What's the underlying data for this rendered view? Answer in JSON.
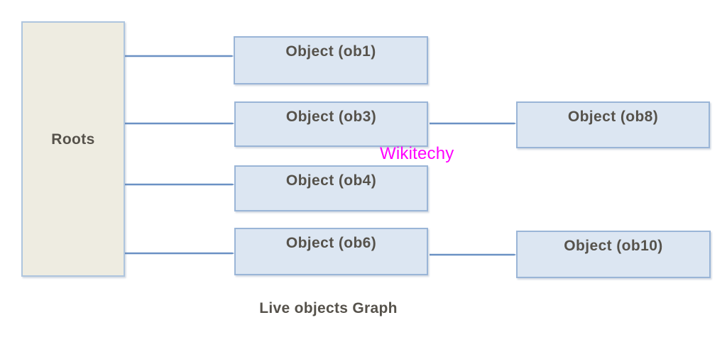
{
  "diagram": {
    "caption": "Live objects Graph",
    "watermark": "Wikitechy",
    "nodes": {
      "roots": {
        "label": "Roots"
      },
      "ob1": {
        "label": "Object (ob1)"
      },
      "ob3": {
        "label": "Object (ob3)"
      },
      "ob4": {
        "label": "Object (ob4)"
      },
      "ob6": {
        "label": "Object (ob6)"
      },
      "ob8": {
        "label": "Object (ob8)"
      },
      "ob10": {
        "label": "Object (ob10)"
      }
    },
    "edges": [
      {
        "from": "roots",
        "to": "ob1"
      },
      {
        "from": "roots",
        "to": "ob3"
      },
      {
        "from": "roots",
        "to": "ob4"
      },
      {
        "from": "roots",
        "to": "ob6"
      },
      {
        "from": "ob3",
        "to": "ob8"
      },
      {
        "from": "ob6",
        "to": "ob10"
      }
    ],
    "colors": {
      "object_fill": "#dce6f2",
      "object_border": "#9ab5d7",
      "roots_fill": "#eeece1",
      "roots_border": "#aec5de",
      "arrow": "#6b91c4",
      "label_text": "#56524b",
      "watermark": "#ff00ff"
    }
  }
}
